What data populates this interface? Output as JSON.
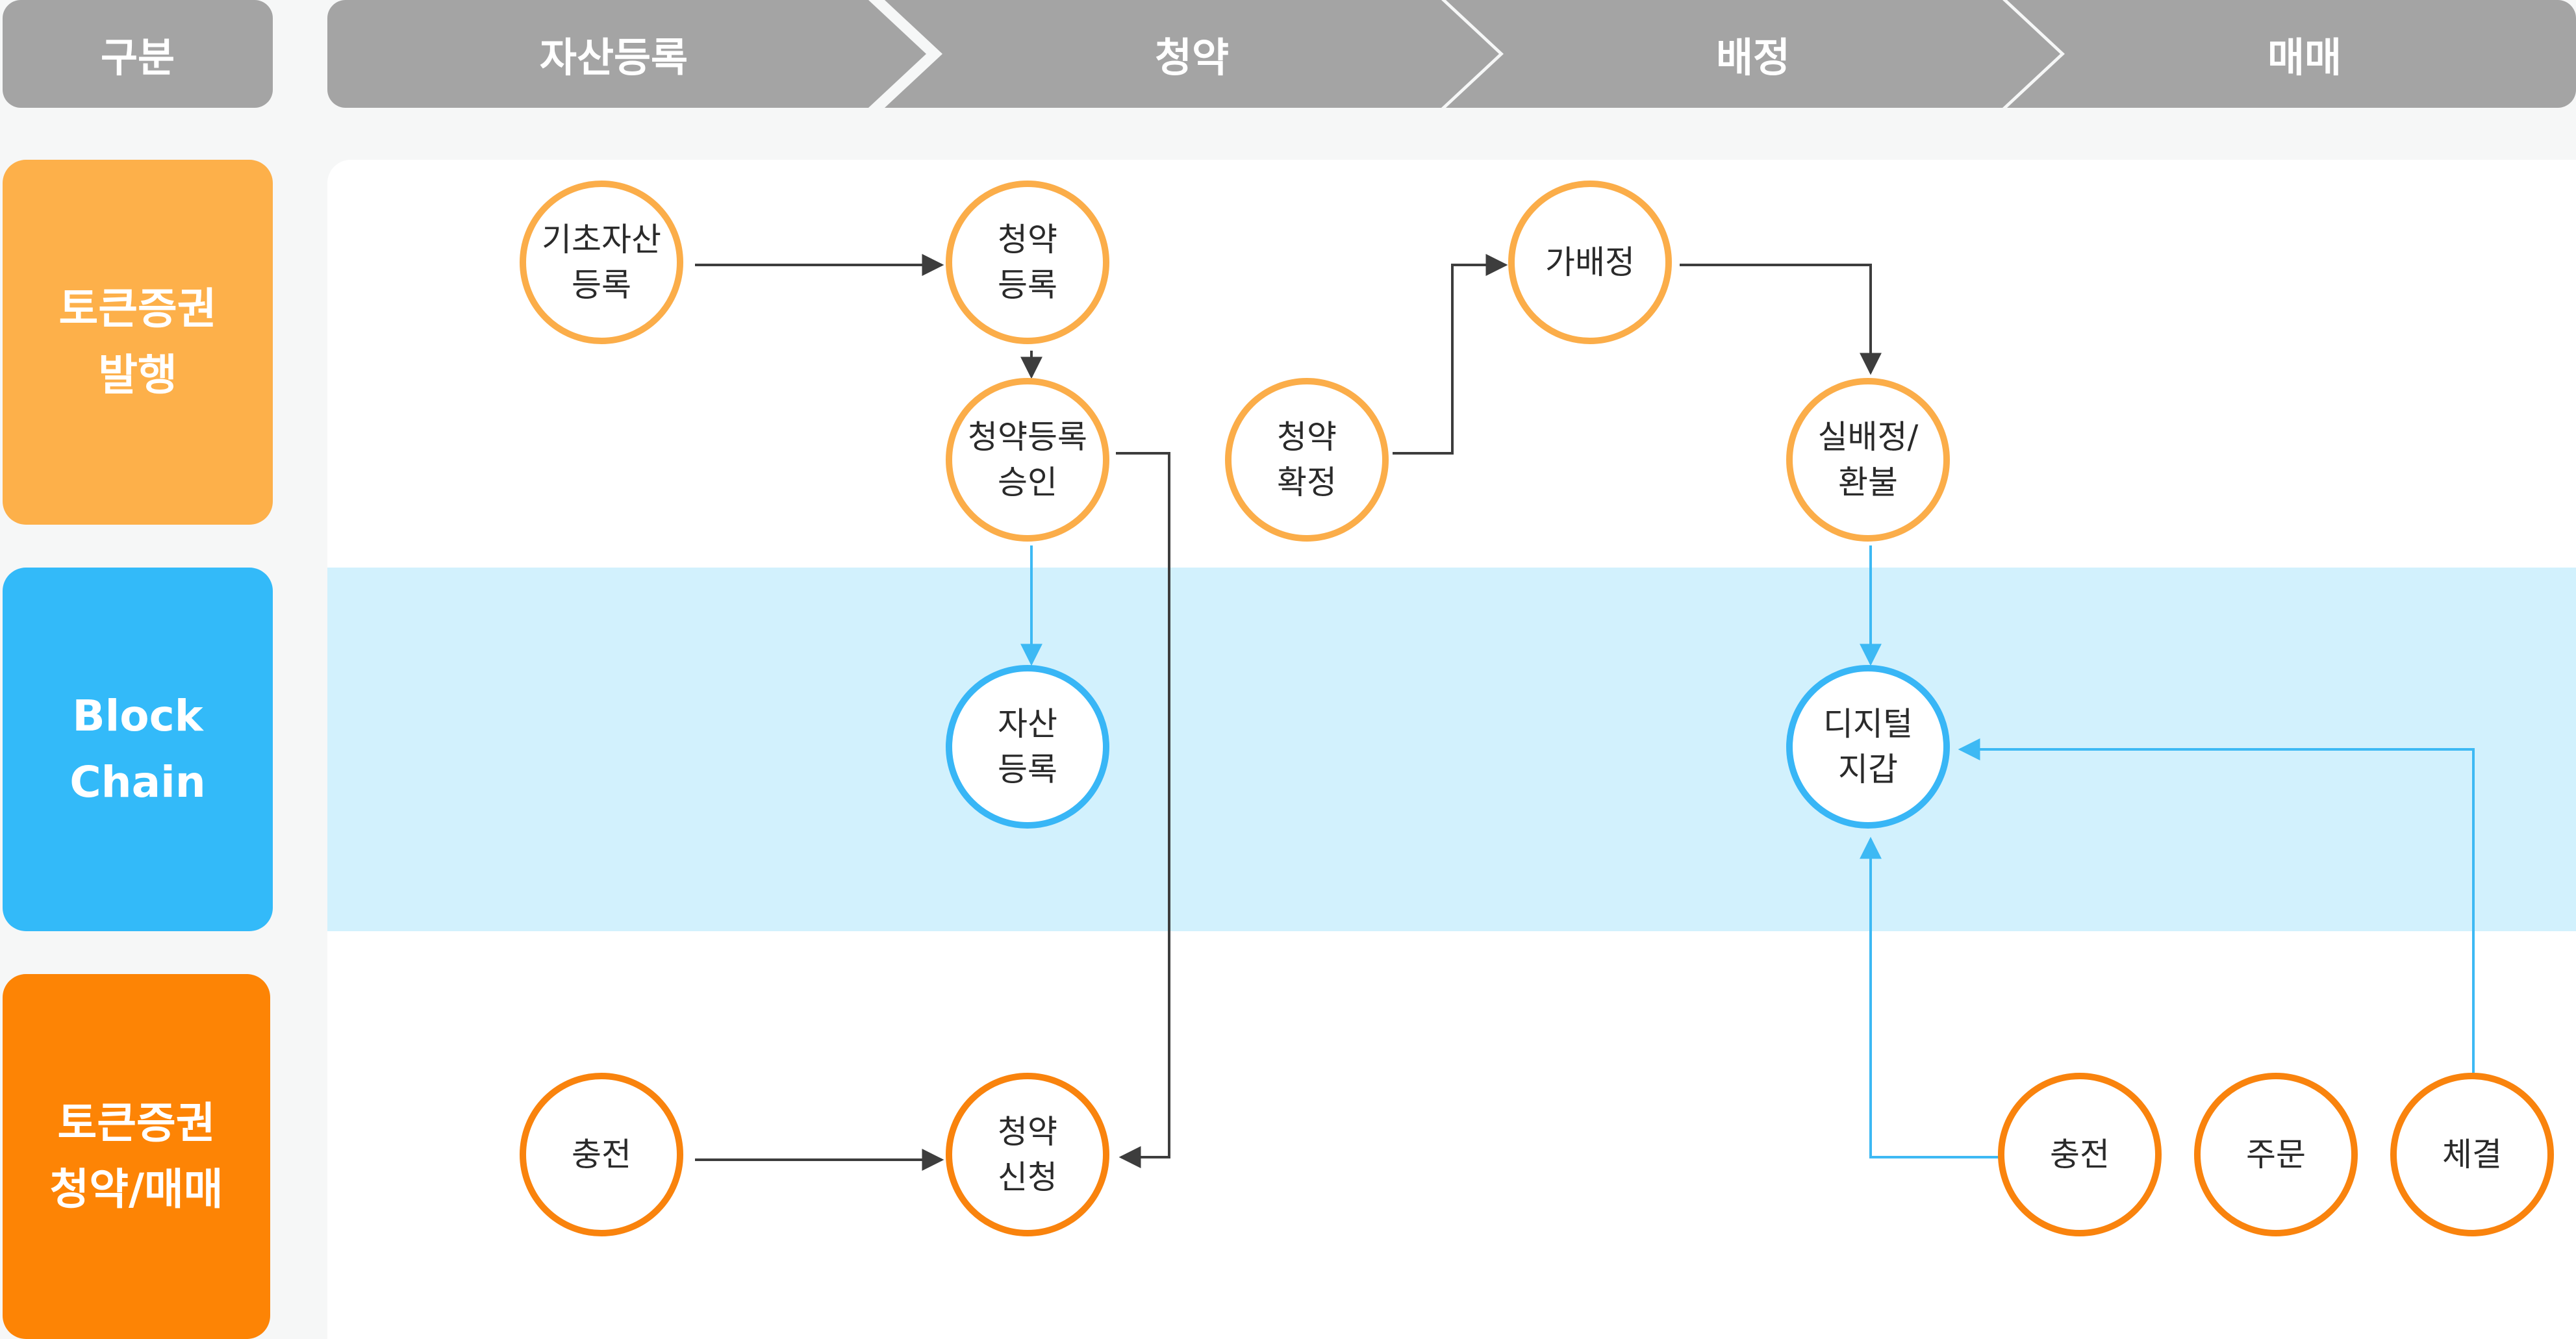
{
  "colors": {
    "header_bg": "#a4a4a4",
    "label_light_orange": "#fdb04a",
    "label_blue": "#33baf9",
    "label_orange": "#fd8405",
    "band_bg": "#d2f1fd",
    "node_light_orange": "#fbad49",
    "node_blue": "#38b6f6",
    "node_orange": "#f9830d",
    "arrow_dark": "#3d3d3d",
    "arrow_blue": "#3db9f4"
  },
  "header": {
    "category": "구분",
    "stages": [
      "자산등록",
      "청약",
      "배정",
      "매매"
    ]
  },
  "rows": [
    {
      "lines": [
        "토큰증권",
        "발행"
      ]
    },
    {
      "lines": [
        "Block",
        "Chain"
      ]
    },
    {
      "lines": [
        "토큰증권",
        "청약/매매"
      ]
    }
  ],
  "nodes": {
    "base_asset": {
      "lines": [
        "기초자산",
        "등록"
      ]
    },
    "sub_register": {
      "lines": [
        "청약",
        "등록"
      ]
    },
    "sub_approve": {
      "lines": [
        "청약등록",
        "승인"
      ]
    },
    "sub_confirm": {
      "lines": [
        "청약",
        "확정"
      ]
    },
    "prov_alloc": {
      "lines": [
        "가배정"
      ]
    },
    "final_alloc": {
      "lines": [
        "실배정/",
        "환불"
      ]
    },
    "asset_reg": {
      "lines": [
        "자산",
        "등록"
      ]
    },
    "wallet": {
      "lines": [
        "디지털",
        "지갑"
      ]
    },
    "charge_1": {
      "lines": [
        "충전"
      ]
    },
    "sub_apply": {
      "lines": [
        "청약",
        "신청"
      ]
    },
    "charge_2": {
      "lines": [
        "충전"
      ]
    },
    "order": {
      "lines": [
        "주문"
      ]
    },
    "execution": {
      "lines": [
        "체결"
      ]
    }
  }
}
